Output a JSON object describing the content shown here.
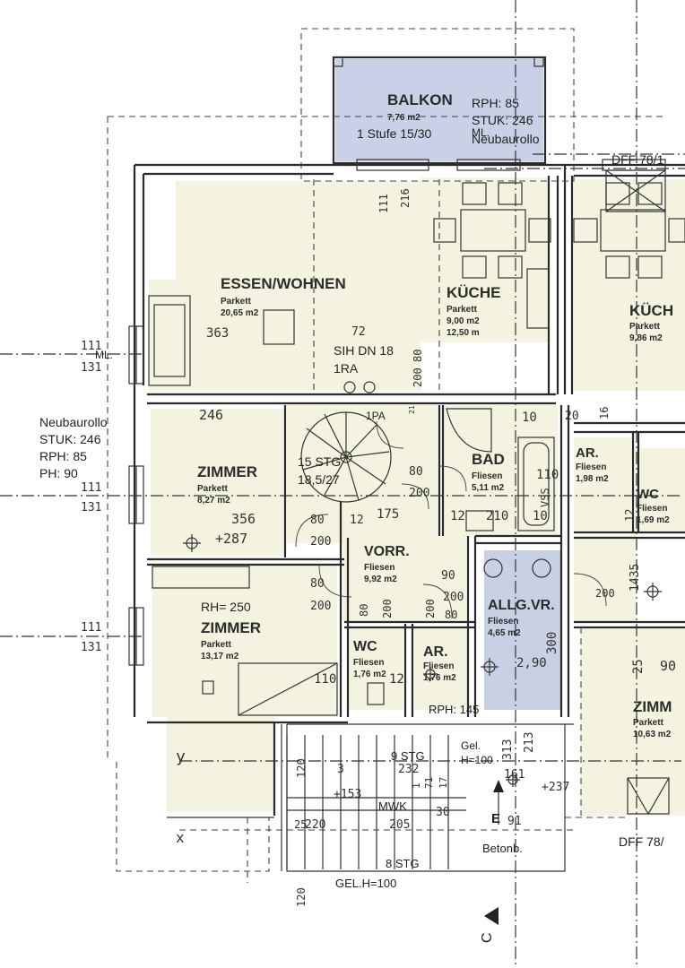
{
  "colors": {
    "room_fill": "#f4f3df",
    "balcony_fill": "#c9d1e6",
    "hall_fill": "#c8d0e4",
    "wall": "#2a2a2a",
    "paper": "#ffffff"
  },
  "rooms": {
    "balkon": {
      "name": "BALKON",
      "area": "7,76 m2",
      "note": "1 Stufe 15/30"
    },
    "essen_wohnen": {
      "name": "ESSEN/WOHNEN",
      "floor": "Parkett",
      "area": "20,65 m2"
    },
    "kueche": {
      "name": "KÜCHE",
      "floor": "Parkett",
      "area": "9,00 m2",
      "extra": "12,50   m"
    },
    "kueche_right": {
      "name": "KÜCH",
      "floor": "Parkett",
      "area": "9,86 m2"
    },
    "zimmer1": {
      "name": "ZIMMER",
      "floor": "Parkett",
      "area": "8,27 m2"
    },
    "zimmer2": {
      "name": "ZIMMER",
      "floor": "Parkett",
      "area": "13,17 m2"
    },
    "zimmer_right": {
      "name": "ZIMM",
      "floor": "Parkett",
      "area": "10,63 m2"
    },
    "bad": {
      "name": "BAD",
      "floor": "Fliesen",
      "area": "5,11 m2"
    },
    "vorr": {
      "name": "VORR.",
      "floor": "Fliesen",
      "area": "9,92 m2"
    },
    "wc": {
      "name": "WC",
      "floor": "Fliesen",
      "area": "1,76 m2"
    },
    "ar": {
      "name": "AR.",
      "floor": "Fliesen",
      "area": "1,76 m2"
    },
    "ar_right": {
      "name": "AR.",
      "floor": "Fliesen",
      "area": "1,98 m2"
    },
    "wc_right": {
      "name": "WC",
      "floor": "Fliesen",
      "area": "1,69 m2"
    },
    "allg_vr": {
      "name": "ALLG.VR.",
      "floor": "Fliesen",
      "area": "4,65 m2"
    }
  },
  "notes": {
    "rph_top": "RPH: 85",
    "stuk_top": "STUK: 246",
    "neubaurollo_top": "Neubaurollo",
    "dff_top": "DFF 78/1",
    "dff_bottom": "DFF 78/",
    "neubaurollo_left": "Neubaurollo",
    "stuk_left": "STUK: 246",
    "rph_left": "RPH: 85",
    "ph_left": "PH: 90",
    "ml_left": "ML.",
    "ml_top": "ML.",
    "sih": "SIH DN 18",
    "ra": "1RA",
    "pa": "1PA",
    "stg_inner": "15 STG",
    "stg_inner_ratio": "18,5/27",
    "rh": "RH= 250",
    "rph_bottom": "RPH: 145",
    "gel_top": "Gel.",
    "gel_h_top": "H=100",
    "stg_9": "9 STG",
    "stg_8": "8 STG",
    "mwk": "MWK",
    "betonb": "Betonb.",
    "gel_bottom": "GEL.H=100",
    "section_c": "C",
    "section_e": "E",
    "mark_y": "y",
    "mark_x": "x",
    "vss": "VSS"
  },
  "dims": {
    "d111_top": "111",
    "d216": "216",
    "d72": "72",
    "d363": "363",
    "d200_stair": "200",
    "d80_stair": "80",
    "d21": "21",
    "d111_l1": "111",
    "d131_l1": "131",
    "d111_l2": "111",
    "d131_l2": "131",
    "d111_l3": "111",
    "d131_l3": "131",
    "d246": "246",
    "d356": "356",
    "d287": "+287",
    "d80_a": "80",
    "d200_a": "200",
    "d12_a": "12",
    "d175": "175",
    "d80_b": "80",
    "d200_b": "200",
    "d80_c": "80",
    "d200_c": "200",
    "d200_d": "200",
    "d80_e": "80",
    "d200_e": "200",
    "d90": "90",
    "d200_f": "200",
    "d80_g": "80",
    "d10_a": "10",
    "d20": "20",
    "d16": "16",
    "d110": "110",
    "d12_b": "12",
    "d210": "210",
    "d10_b": "10",
    "d12_c": "12",
    "d110_b": "110",
    "d300": "300",
    "d290": "2,90",
    "d200_g": "200",
    "d1435": "1435",
    "d12_e": "12",
    "d25": "25",
    "d90_r": "90",
    "d313": "313",
    "d213": "213",
    "d161": "161",
    "d237": "+237",
    "d120_a": "120",
    "d3_a": "3",
    "d232": "232",
    "d153": "+153",
    "d71": "71",
    "d220": "220",
    "d25b": "25",
    "d205": "205",
    "d30": "30",
    "d91": "91",
    "d120_b": "120",
    "d17": "17",
    "d1b": "1"
  }
}
